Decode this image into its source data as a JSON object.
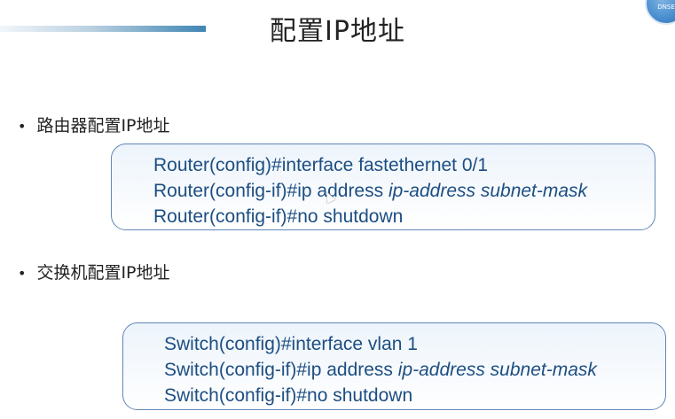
{
  "title": "配置IP地址",
  "badge_text": "DNSE",
  "sections": [
    {
      "bullet": "路由器配置IP地址",
      "commands": [
        {
          "prefix": "Router(config)#interface fastethernet 0/1",
          "arg": ""
        },
        {
          "prefix": "Router(config-if)#ip address ",
          "arg": "ip-address subnet-mask"
        },
        {
          "prefix": "Router(config-if)#no shutdown",
          "arg": ""
        }
      ]
    },
    {
      "bullet": "交换机配置IP地址",
      "commands": [
        {
          "prefix": "Switch(config)#interface vlan 1",
          "arg": ""
        },
        {
          "prefix": "Switch(config-if)#ip address ",
          "arg": "ip-address subnet-mask"
        },
        {
          "prefix": "Switch(config-if)#no shutdown",
          "arg": ""
        }
      ]
    }
  ],
  "colors": {
    "command_text": "#1d4e82",
    "box_border": "#5f86b7",
    "title_bar_accent": "#3f86b3"
  },
  "icons": {
    "bullet": "bullet-dot-icon",
    "cursor": "mouse-pointer-icon"
  }
}
